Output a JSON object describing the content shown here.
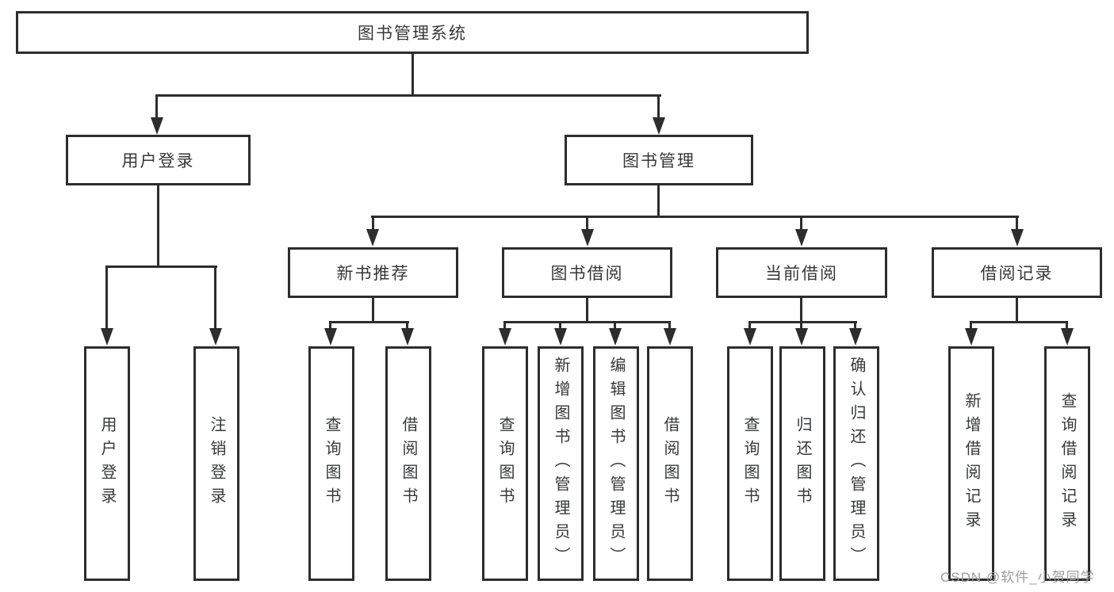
{
  "diagram": {
    "type": "hierarchy-tree",
    "title": "图书管理系统"
  },
  "nodes": {
    "root": "图书管理系统",
    "user_login": "用户登录",
    "book_mgmt": "图书管理",
    "new_book_rec": "新书推荐",
    "book_borrow": "图书借阅",
    "current_borrow": "当前借阅",
    "borrow_records": "借阅记录",
    "leaf_user_login": "用户登录",
    "leaf_logout": "注销登录",
    "leaf_nb_query": "查询图书",
    "leaf_nb_borrow": "借阅图书",
    "leaf_bb_query": "查询图书",
    "leaf_bb_add": "新增图书（管理员）",
    "leaf_bb_edit": "编辑图书（管理员）",
    "leaf_bb_borrow": "借阅图书",
    "leaf_cb_query": "查询图书",
    "leaf_cb_return": "归还图书",
    "leaf_cb_confirm": "确认归还（管理员）",
    "leaf_br_add": "新增借阅记录",
    "leaf_br_query": "查询借阅记录"
  },
  "watermark": "CSDN @软件_小贺同学",
  "colors": {
    "line": "#2d2d2d",
    "text": "#35383c",
    "watermark": "#9c9c9c",
    "background": "#ffffff"
  }
}
